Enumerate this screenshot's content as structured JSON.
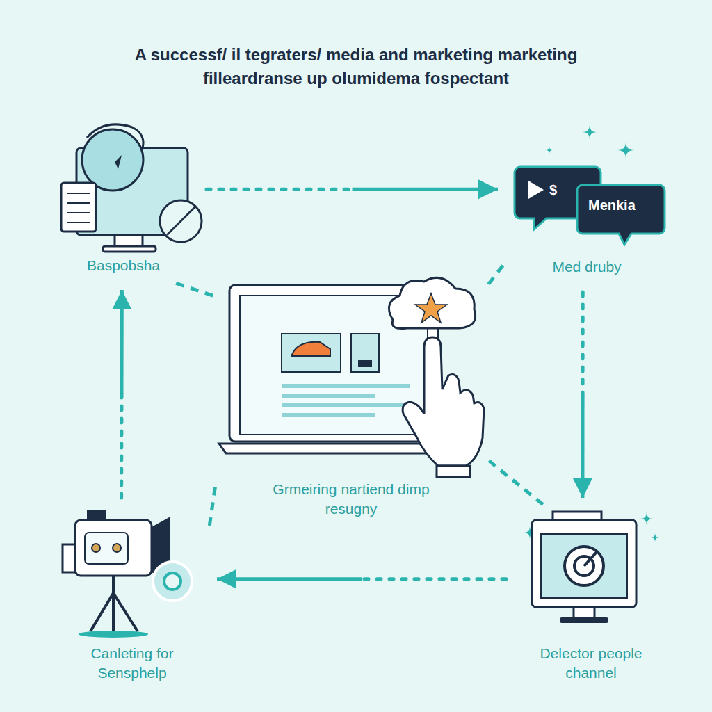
{
  "diagram": {
    "title": "A successf/ il tegraters/ media and marketing marketing filleardranse up olumidema fospectant",
    "nodes": [
      {
        "text": [
          "Baspobsha"
        ]
      },
      {
        "text": [
          "Med druby"
        ]
      },
      {
        "text": [
          "Grmeiring nartiend dimp resugny"
        ]
      },
      {
        "text": [
          "Canleting for Sensphelp"
        ]
      },
      {
        "text": [
          "Delector people channel"
        ]
      }
    ],
    "edges": [
      {
        "from": 0,
        "to": 1,
        "arrow": "to"
      },
      {
        "from": 1,
        "to": 4,
        "arrow": "to"
      },
      {
        "from": 4,
        "to": 3,
        "arrow": "to"
      },
      {
        "from": 3,
        "to": 0,
        "arrow": "to"
      },
      {
        "from": 2,
        "to": 0,
        "arrow": "none"
      },
      {
        "from": 2,
        "to": 1,
        "arrow": "none"
      },
      {
        "from": 2,
        "to": 3,
        "arrow": "none"
      },
      {
        "from": 2,
        "to": 4,
        "arrow": "none"
      }
    ],
    "labels": [
      "$",
      "Menkia"
    ]
  }
}
